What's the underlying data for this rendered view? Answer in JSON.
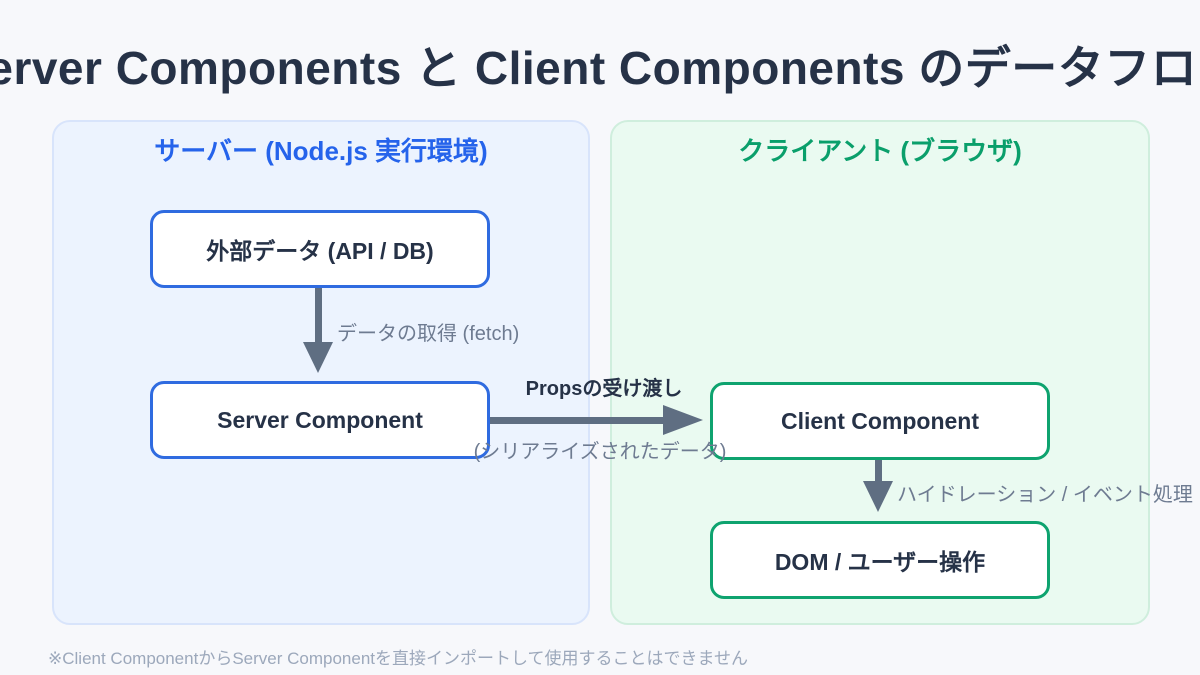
{
  "page": {
    "title": "Server Components と Client Components のデータフロー",
    "footnote": "※Client ComponentからServer Componentを直接インポートして使用することはできません"
  },
  "server_panel": {
    "title": "サーバー (Node.js 実行環境)",
    "nodes": {
      "external_data": "外部データ (API / DB)",
      "server_component": "Server Component"
    }
  },
  "client_panel": {
    "title": "クライアント (ブラウザ)",
    "nodes": {
      "client_component": "Client Component",
      "dom": "DOM / ユーザー操作"
    }
  },
  "edges": {
    "fetch_label": "データの取得 (fetch)",
    "props_label": "Propsの受け渡し",
    "props_sublabel": "(シリアライズされたデータ)",
    "hydration_label": "ハイドレーション / イベント処理"
  },
  "colors": {
    "server_accent": "#2563eb",
    "client_accent": "#0a9f6b",
    "arrow": "#5f6e82",
    "title_text": "#263247",
    "muted_label": "#6e7b91",
    "footnote_text": "#9ca8bb",
    "server_panel_bg": "#ecf3fe",
    "client_panel_bg": "#eafaf1"
  }
}
